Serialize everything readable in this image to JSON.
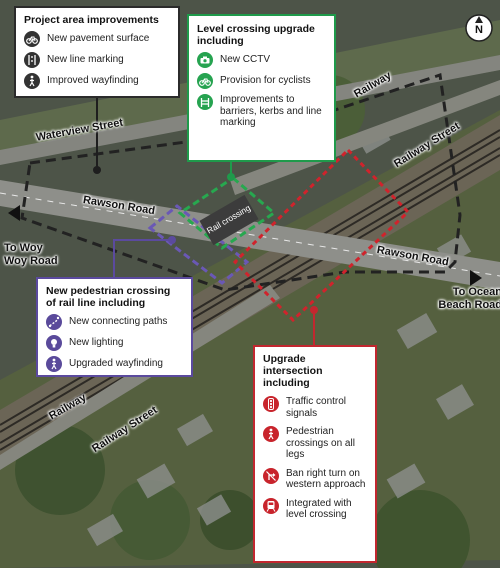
{
  "streets": {
    "waterview": "Waterview Street",
    "rawson_left": "Rawson Road",
    "rawson_right": "Rawson Road",
    "railway_top": "Railway",
    "railway_street_top": "Railway Street",
    "railway_bottom": "Railway",
    "railway_street_bottom": "Railway Street"
  },
  "destinations": {
    "woy_woy": "To Woy Woy Road",
    "ocean_beach": "To Ocean Beach Road"
  },
  "rail_crossing_label": "Rail crossing",
  "north": "N",
  "boxes": {
    "project": {
      "title": "Project area improvements",
      "items": [
        {
          "label": "New pavement surface",
          "icon": "bicycle-icon"
        },
        {
          "label": "New line marking",
          "icon": "road-marking-icon"
        },
        {
          "label": "Improved wayfinding",
          "icon": "walking-person-icon"
        }
      ],
      "color": "#2b2b2b"
    },
    "level": {
      "title": "Level crossing upgrade including",
      "items": [
        {
          "label": "New CCTV",
          "icon": "camera-icon"
        },
        {
          "label": "Provision for cyclists",
          "icon": "bicycle-icon"
        },
        {
          "label": "Improvements to barriers, kerbs and line marking",
          "icon": "barrier-icon"
        }
      ],
      "color": "#1f9a4b"
    },
    "ped": {
      "title": "New pedestrian crossing of rail line including",
      "items": [
        {
          "label": "New connecting paths",
          "icon": "path-icon"
        },
        {
          "label": "New lighting",
          "icon": "lightbulb-icon"
        },
        {
          "label": "Upgraded wayfinding",
          "icon": "walking-person-icon"
        }
      ],
      "color": "#5b4a9e"
    },
    "intersection": {
      "title": "Upgrade intersection including",
      "items": [
        {
          "label": "Traffic control signals",
          "icon": "traffic-light-icon"
        },
        {
          "label": "Pedestrian crossings on all legs",
          "icon": "pedestrian-icon"
        },
        {
          "label": "Ban right turn on western approach",
          "icon": "no-right-turn-icon"
        },
        {
          "label": "Integrated with level crossing",
          "icon": "train-icon"
        }
      ],
      "color": "#c2272f"
    }
  }
}
